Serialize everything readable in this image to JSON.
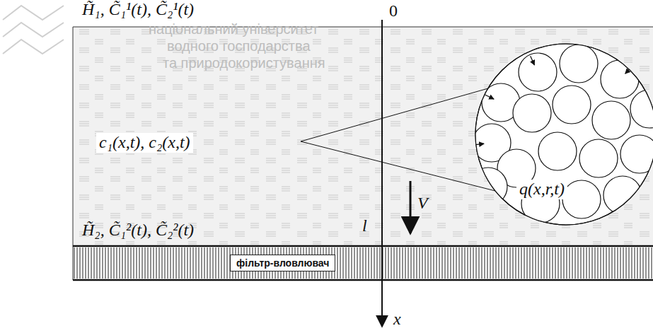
{
  "diagram": {
    "nodes": [
      {
        "text": [
          "c₁(x,t), c₂(x,t)"
        ]
      },
      {
        "text": [
          "q(x,r,t)"
        ],
        "in": 0
      },
      {
        "text": [
          "фільтр-вловлювач"
        ]
      }
    ],
    "labels": [
      "H̃₁, C̃₁¹(t), C̃₂¹(t)",
      "0",
      "V",
      "l",
      "H̃₂, C̃₁²(t), C̃₂²(t)",
      "x",
      "національний університет",
      "водного господарства",
      "та природокористування"
    ]
  }
}
